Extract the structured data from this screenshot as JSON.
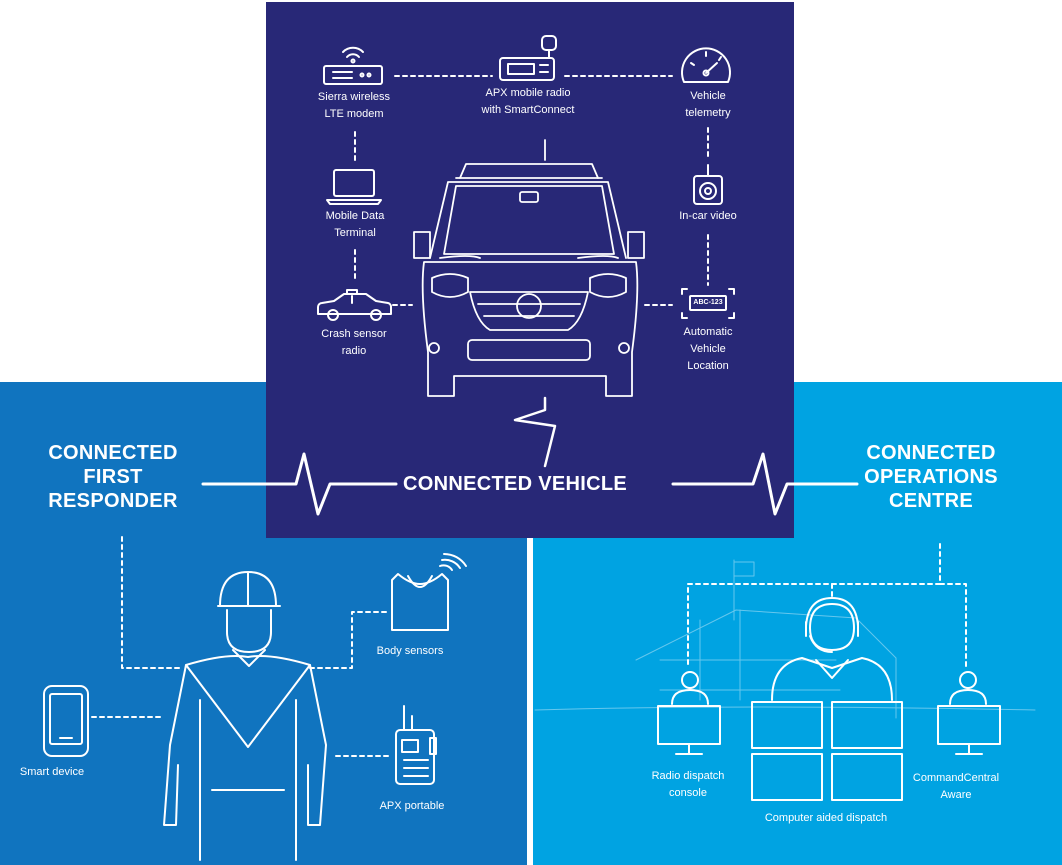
{
  "sections": {
    "vehicle": {
      "title": "CONNECTED VEHICLE"
    },
    "first_responder": {
      "title_line1": "CONNECTED",
      "title_line2": "FIRST",
      "title_line3": "RESPONDER"
    },
    "operations": {
      "title_line1": "CONNECTED",
      "title_line2": "OPERATIONS",
      "title_line3": "CENTRE"
    }
  },
  "vehicle_items": {
    "lte_modem": {
      "line1": "Sierra wireless",
      "line2": "LTE modem"
    },
    "apx_mobile": {
      "line1": "APX mobile radio",
      "line2": "with SmartConnect"
    },
    "telemetry": {
      "line1": "Vehicle",
      "line2": "telemetry"
    },
    "mdt": {
      "line1": "Mobile Data",
      "line2": "Terminal"
    },
    "in_car_video": {
      "line1": "In-car video"
    },
    "crash_sensor": {
      "line1": "Crash sensor",
      "line2": "radio"
    },
    "avl": {
      "line1": "Automatic",
      "line2": "Vehicle",
      "line3": "Location",
      "plate": "ABC-123"
    }
  },
  "responder_items": {
    "body_sensors": "Body sensors",
    "smart_device": "Smart device",
    "apx_portable": "APX portable"
  },
  "operations_items": {
    "radio_dispatch": {
      "line1": "Radio dispatch",
      "line2": "console"
    },
    "command_central": {
      "line1": "CommandCentral",
      "line2": "Aware"
    },
    "cad": "Computer aided dispatch"
  },
  "colors": {
    "vehicle_panel": "#282877",
    "responder_panel": "#1074bf",
    "operations_panel": "#00a3e2",
    "line": "#ffffff"
  }
}
